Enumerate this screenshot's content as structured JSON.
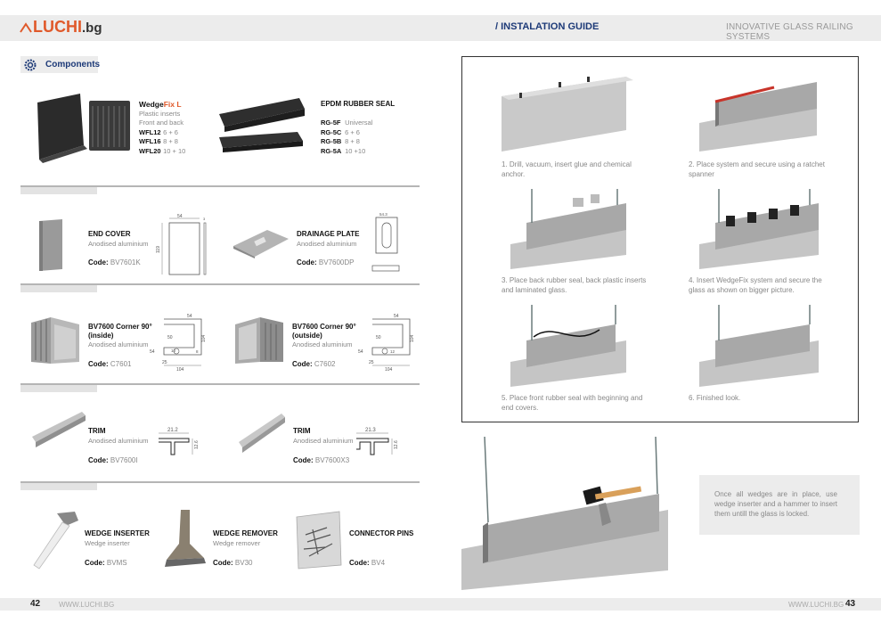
{
  "header": {
    "logo_main": "LUCHI",
    "logo_suffix": ".bg",
    "section_title": "/ INSTALATION GUIDE",
    "tagline": "INNOVATIVE GLASS RAILING SYSTEMS"
  },
  "components_label": "Components",
  "wedgefix": {
    "title_a": "Wedge",
    "title_b": "Fix L",
    "desc1": "Plastic inserts",
    "desc2": "Front and back",
    "rows": [
      {
        "code": "WFL12",
        "val": "6 + 6"
      },
      {
        "code": "WFL16",
        "val": "8 + 8"
      },
      {
        "code": "WFL20",
        "val": "10 + 10"
      }
    ]
  },
  "epdm": {
    "title": "EPDM RUBBER SEAL",
    "rows": [
      {
        "code": "RG-5F",
        "val": "Universal"
      },
      {
        "code": "RG-5C",
        "val": "6 + 6"
      },
      {
        "code": "RG-5B",
        "val": "8 + 8"
      },
      {
        "code": "RG-5A",
        "val": "10 +10"
      }
    ]
  },
  "end_cover": {
    "title": "END COVER",
    "desc": "Anodised aluminium",
    "code_label": "Code:",
    "code": "BV7601K",
    "dim_w": "54",
    "dim_h": "119",
    "dim_t": "3"
  },
  "drainage": {
    "title": "DRAINAGE PLATE",
    "desc": "Anodised aluminium",
    "code_label": "Code:",
    "code": "BV7600DP",
    "dim_w": "54.3"
  },
  "corner_in": {
    "title": "BV7600 Corner 90°",
    "subtitle": "(inside)",
    "desc": "Anodised aluminium",
    "code_label": "Code:",
    "code": "C7601",
    "d1": "54",
    "d2": "50",
    "d3": "10",
    "d4": "104",
    "d5": "25",
    "d6": "104",
    "d7": "54",
    "d8": "8"
  },
  "corner_out": {
    "title": "BV7600 Corner 90°",
    "subtitle": "(outside)",
    "desc": "Anodised aluminium",
    "code_label": "Code:",
    "code": "C7602",
    "d1": "54",
    "d2": "50",
    "d3": "104",
    "d4": "25",
    "d5": "104",
    "d6": "54",
    "d7": "12"
  },
  "trim1": {
    "title": "TRIM",
    "desc": "Anodised aluminium",
    "code_label": "Code:",
    "code": "BV7600I",
    "dim_w": "21.2",
    "dim_h": "12.6"
  },
  "trim2": {
    "title": "TRIM",
    "desc": "Anodised aluminium",
    "code_label": "Code:",
    "code": "BV7600X3",
    "dim_w": "21.3",
    "dim_h": "12.6"
  },
  "wedge_inserter": {
    "title": "WEDGE INSERTER",
    "desc": "Wedge inserter",
    "code_label": "Code:",
    "code": "BVMS"
  },
  "wedge_remover": {
    "title": "WEDGE REMOVER",
    "desc": "Wedge remover",
    "code_label": "Code:",
    "code": "BV30"
  },
  "connector": {
    "title": "CONNECTOR PINS",
    "code_label": "Code:",
    "code": "BV4"
  },
  "steps": [
    "1. Drill, vacuum, insert glue and chemical anchor.",
    "2. Place system and secure using a ratchet spanner",
    "3. Place back rubber seal, back plastic inserts and laminated glass.",
    "4. Insert WedgeFix system and secure the glass as shown on bigger picture.",
    "5. Place front rubber seal with beginning and end covers.",
    "6. Finished look."
  ],
  "note": "Once all wedges are in place, use wedge inserter and a hammer to insert them untill the glass is locked.",
  "footer": {
    "page_left": "42",
    "page_right": "43",
    "www_left": "WWW.LUCHI.BG",
    "www_right": "WWW.LUCHI.BG"
  },
  "colors": {
    "brand": "#e0592a",
    "accent": "#1d3a78",
    "band": "#ececec"
  }
}
